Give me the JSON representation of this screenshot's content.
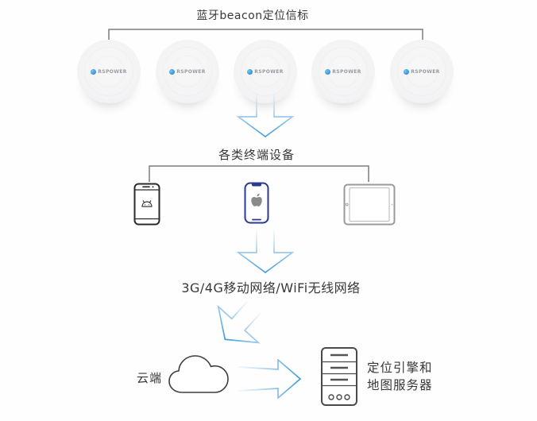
{
  "beacon_section": {
    "title": "蓝牙beacon定位信标",
    "logo_text": "RSPOWER",
    "beacon_count": 5
  },
  "device_section": {
    "title": "各类终端设备",
    "devices": [
      "android-phone",
      "iphone",
      "tablet"
    ]
  },
  "network_section": {
    "label": "3G/4G移动网络/WiFi无线网络"
  },
  "cloud_section": {
    "label": "云端"
  },
  "server_section": {
    "label_line1": "定位引擎和",
    "label_line2": "地图服务器"
  },
  "colors": {
    "arrow_blue": "#3f9bd9",
    "arrow_blue_light": "#bdd6ec",
    "line_gray": "#7d7d7d",
    "iphone_outline": "#2b3990",
    "android_outline": "#2a2a2a",
    "tablet_outline": "#9a9a9a",
    "text": "#383838"
  }
}
